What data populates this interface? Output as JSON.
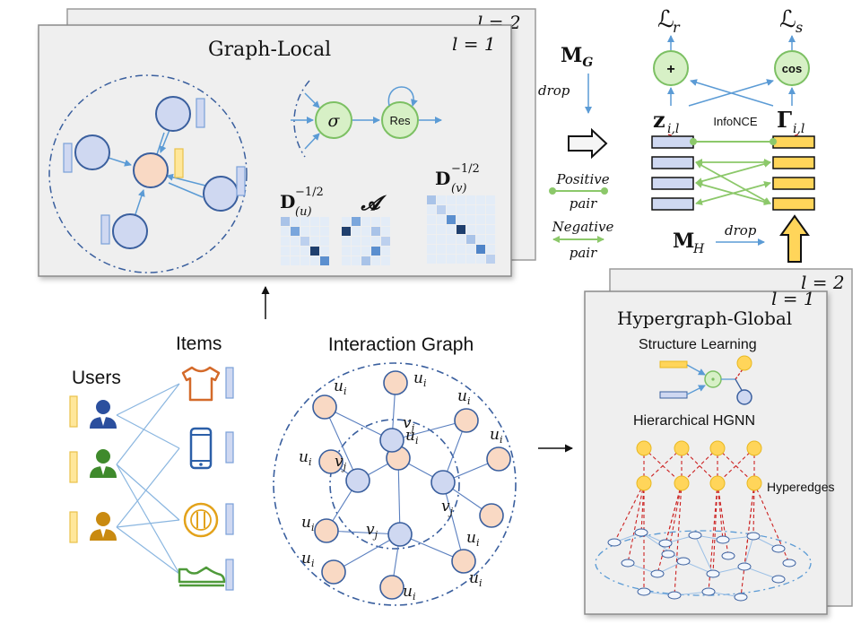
{
  "graph_local": {
    "title": "Graph-Local",
    "layer_back": "l = 2",
    "layer_front": "l = 1",
    "sigma": "σ",
    "res": "Res",
    "d_u": "D",
    "d_u_sup": "−1/2",
    "d_u_sub": "(u)",
    "a_cal": "𝓐",
    "d_v": "D",
    "d_v_sup": "−1/2",
    "d_v_sub": "(v)"
  },
  "middle": {
    "m_g": "M",
    "m_g_sub": "G",
    "drop_top": "drop",
    "positive_1": "Positive",
    "positive_2": "pair",
    "negative_1": "Negative",
    "negative_2": "pair"
  },
  "contrastive": {
    "loss_r": "ℒ",
    "loss_r_sub": "r",
    "loss_s": "ℒ",
    "loss_s_sub": "s",
    "plus": "+",
    "cos": "cos",
    "z_label": "z",
    "z_sub": "i,l",
    "infonce": "InfoNCE",
    "gamma_label": "Γ",
    "gamma_sub": "i,l",
    "m_h": "M",
    "m_h_sub": "H",
    "drop_bottom": "drop"
  },
  "bottom_left": {
    "users": "Users",
    "items": "Items"
  },
  "interaction_graph": {
    "title": "Interaction Graph",
    "u_label": "u",
    "u_sub": "i",
    "v_label": "v",
    "v_sub": "j"
  },
  "hypergraph": {
    "layer_back": "l = 2",
    "layer_front": "l = 1",
    "title": "Hypergraph-Global",
    "structure_learning": "Structure Learning",
    "hierarchical": "Hierarchical HGNN",
    "hyperedges": "Hyperedges"
  },
  "colors": {
    "panel_fill": "#efefef",
    "panel_stroke": "#8c8c8c",
    "node_blue": "#cfd8f1",
    "node_blue_stroke": "#3a5f9e",
    "node_peach": "#f9d9c4",
    "node_green": "#d7f0c6",
    "node_green_stroke": "#7cc063",
    "yellow": "#ffd55a",
    "yellow_stroke": "#d9a400",
    "arrow_blue": "#5b9bd5",
    "red_dash": "#cc2222",
    "green_line": "#8cc86a"
  },
  "icons": [
    "user-icon",
    "shirt-icon",
    "phone-icon",
    "plate-icon",
    "shoe-icon"
  ]
}
